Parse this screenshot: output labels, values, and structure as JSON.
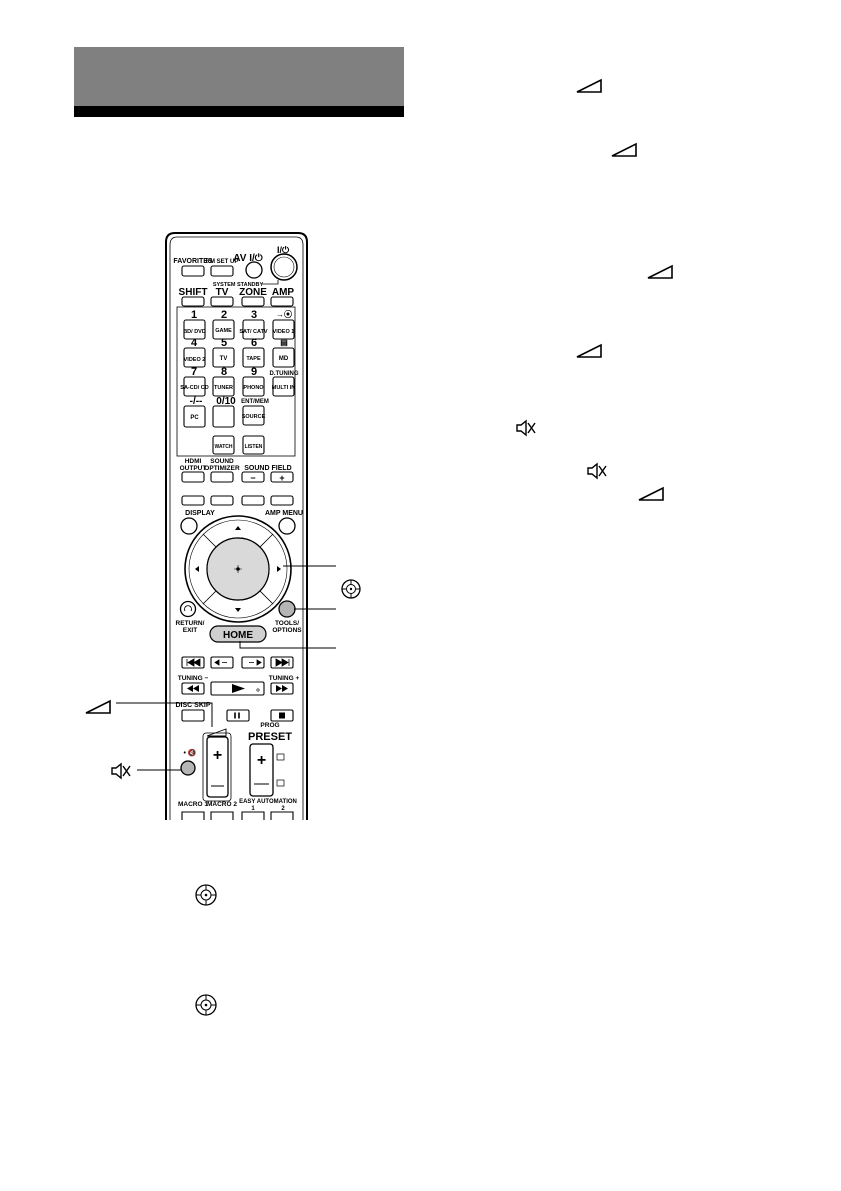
{
  "remote": {
    "top_buttons": [
      "FAVORITES",
      "RM SET UP"
    ],
    "av_power_label": "AV I/⏻",
    "power_label": "I/⏻",
    "system_standby_label": "SYSTEM STANDBY",
    "mode_labels": [
      "SHIFT",
      "TV",
      "ZONE",
      "AMP"
    ],
    "num_row1_labels": [
      "1",
      "2",
      "3",
      "→⦿"
    ],
    "num_row1_buttons": [
      "BD/\nDVD",
      "GAME",
      "SAT/\nCATV",
      "VIDEO\n1"
    ],
    "num_row2_labels": [
      "4",
      "5",
      "6",
      "▤"
    ],
    "num_row2_buttons": [
      "VIDEO\n2",
      "TV",
      "TAPE",
      "MD"
    ],
    "num_row3_labels": [
      "7",
      "8",
      "9",
      "D.TUNING"
    ],
    "num_row3_buttons": [
      "SA-CD/\nCD",
      "TUNER",
      "PHONO",
      "MULTI\nIN"
    ],
    "num_row4_labels": [
      "-/--",
      "0/10",
      "ENT/MEM"
    ],
    "num_row4_buttons": [
      "PC",
      "",
      "SOURCE"
    ],
    "watch_label": "WATCH",
    "listen_label": "LISTEN",
    "hdmi_output_label": "HDMI\nOUTPUT",
    "sound_optimizer_label": "SOUND\nOPTIMIZER",
    "sound_field_label": "SOUND FIELD",
    "display_label": "DISPLAY",
    "amp_menu_label": "AMP MENU",
    "return_exit_label": "RETURN/\nEXIT",
    "tools_options_label": "TOOLS/\nOPTIONS",
    "home_label": "HOME",
    "tuning_minus_label": "TUNING −",
    "tuning_plus_label": "TUNING +",
    "disc_skip_label": "DISC SKIP",
    "prog_label": "PROG",
    "preset_label": "PRESET",
    "bottom_labels": [
      "MACRO 1",
      "MACRO 2",
      "EASY AUTOMATION"
    ],
    "easy_auto_numbers": [
      "1",
      "2"
    ]
  },
  "icons": {
    "volume": "volume-triangle-icon",
    "muting": "muting-icon",
    "enter": "enter-crosshair-icon"
  }
}
